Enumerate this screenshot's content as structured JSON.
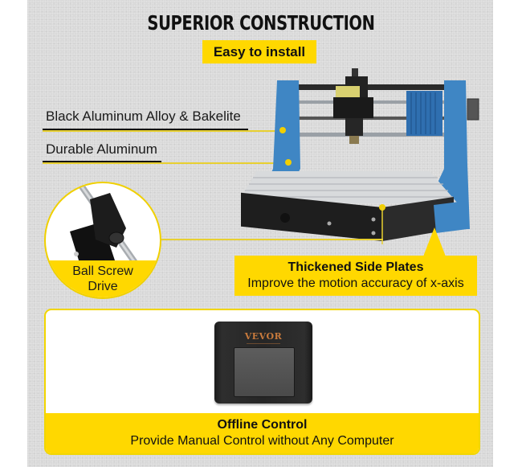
{
  "header": {
    "title": "SUPERIOR CONSTRUCTION",
    "badge": "Easy to install"
  },
  "callouts": {
    "material_1": "Black Aluminum Alloy & Bakelite",
    "material_2": "Durable Aluminum",
    "ball_screw": {
      "line1": "Ball Screw",
      "line2": "Drive"
    },
    "side_plates": {
      "title": "Thickened Side Plates",
      "subtitle": "Improve the motion accuracy of x-axis"
    }
  },
  "offline_control": {
    "device_brand": "VEVOR",
    "title": "Offline Control",
    "subtitle": "Provide Manual Control without Any Computer"
  },
  "colors": {
    "accent_yellow": "#ffd800",
    "background_gray": "#d9d9d9",
    "frame_blue": "#3f86c4",
    "text_black": "#111111"
  }
}
